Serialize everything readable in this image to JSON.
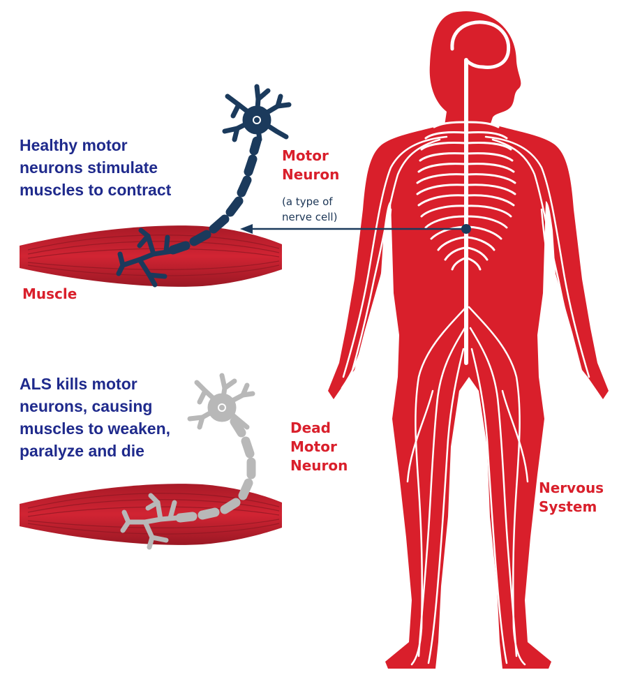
{
  "colors": {
    "body_red": "#d91f2b",
    "muscle_red": "#c31f2c",
    "muscle_dark": "#8e1722",
    "neuron_navy": "#1b3a5c",
    "dead_grey": "#b8b8b8",
    "heading_blue": "#1f2a8c"
  },
  "healthy_caption": {
    "lines": [
      "Healthy motor",
      "neurons stimulate",
      "muscles to contract"
    ]
  },
  "als_caption": {
    "lines": [
      "ALS kills motor",
      "neurons, causing",
      "muscles to weaken,",
      "paralyze and die"
    ]
  },
  "motor_neuron_label": {
    "lines": [
      "Motor",
      "Neuron"
    ],
    "note_lines": [
      "(a type of",
      "nerve cell)"
    ]
  },
  "dead_motor_neuron_label": {
    "lines": [
      "Dead",
      "Motor",
      "Neuron"
    ]
  },
  "muscle_label": "Muscle",
  "nervous_system_label": {
    "lines": [
      "Nervous",
      "System"
    ]
  }
}
